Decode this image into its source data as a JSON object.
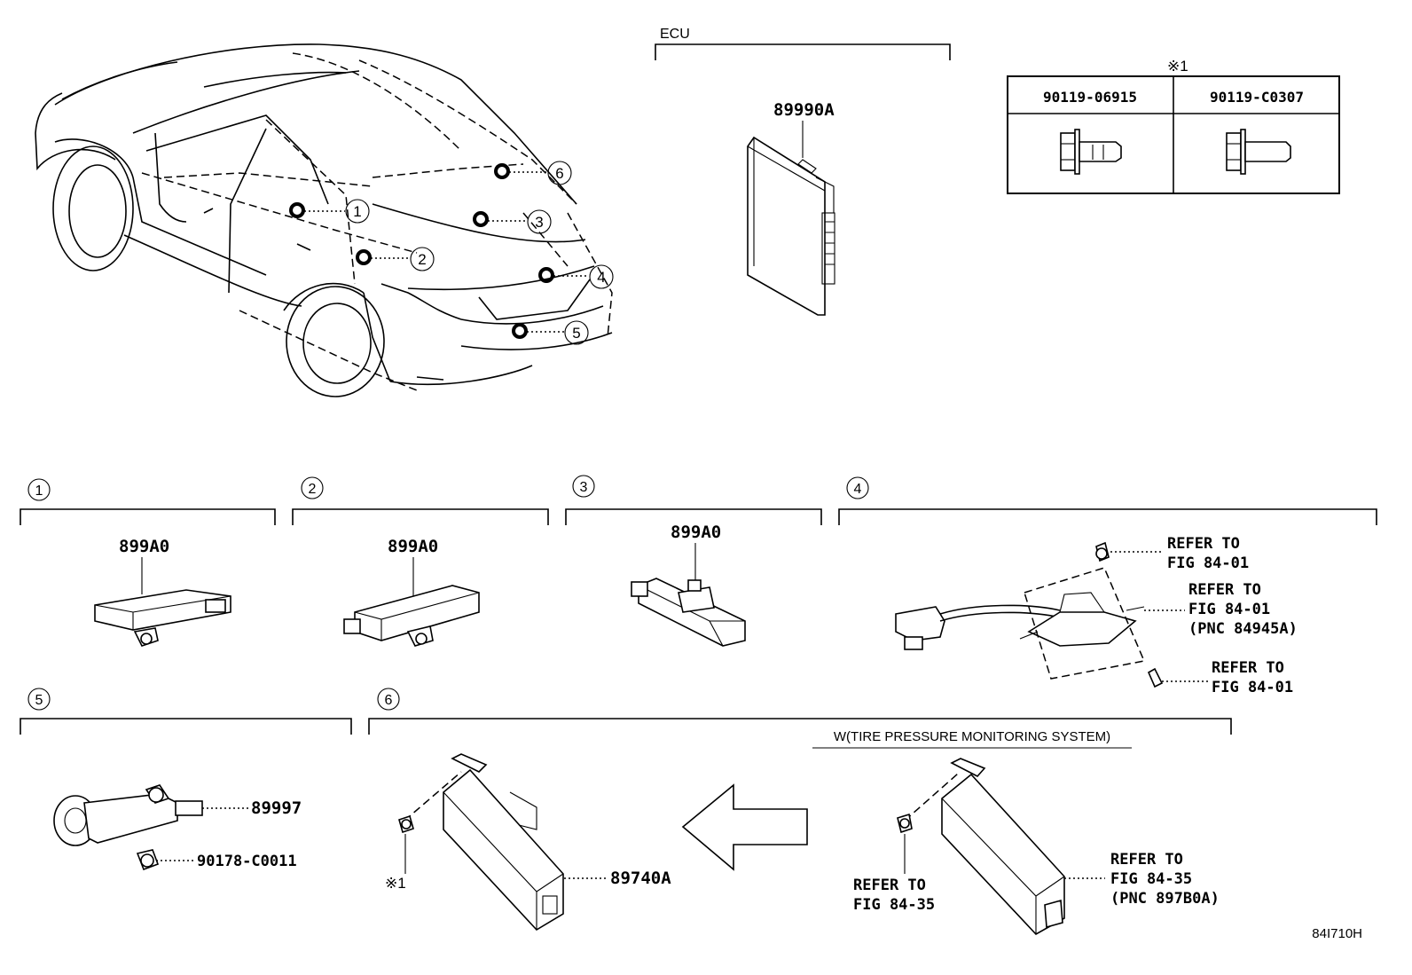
{
  "header": {
    "ecu_label": "ECU",
    "table_marker": "※1",
    "table_col1": "90119-06915",
    "table_col2": "90119-C0307"
  },
  "ecu_part": "89990A",
  "callouts": [
    "1",
    "2",
    "3",
    "4",
    "5",
    "6"
  ],
  "sections": {
    "s1": {
      "num": "1",
      "part": "899A0"
    },
    "s2": {
      "num": "2",
      "part": "899A0"
    },
    "s3": {
      "num": "3",
      "part": "899A0"
    },
    "s4": {
      "num": "4",
      "ref1a": "REFER TO",
      "ref1b": "FIG 84-01",
      "ref2a": "REFER TO",
      "ref2b": "FIG 84-01",
      "ref2c": "(PNC 84945A)",
      "ref3a": "REFER TO",
      "ref3b": "FIG 84-01"
    },
    "s5": {
      "num": "5",
      "part1": "89997",
      "part2": "90178-C0011"
    },
    "s6": {
      "num": "6",
      "part": "89740A",
      "marker": "※1",
      "subtitle": "W(TIRE PRESSURE MONITORING SYSTEM)",
      "refA1": "REFER TO",
      "refA2": "FIG 84-35",
      "refB1": "REFER TO",
      "refB2": "FIG 84-35",
      "refB3": "(PNC 897B0A)"
    }
  },
  "figure_id": "84I710H"
}
